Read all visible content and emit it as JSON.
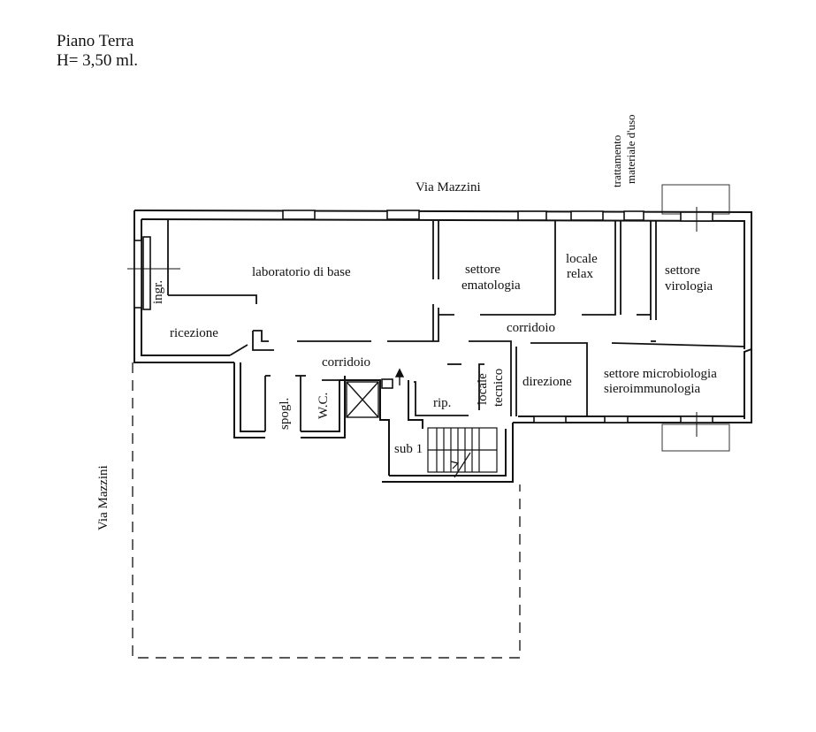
{
  "header": {
    "floor": "Piano Terra",
    "height": "H= 3,50 ml."
  },
  "streets": {
    "top": "Via Mazzini",
    "left": "Via Mazzini"
  },
  "rooms": {
    "ingresso": "ingr.",
    "laboratorio": "laboratorio di base",
    "ematologia_1": "settore",
    "ematologia_2": "ematologia",
    "relax_1": "locale",
    "relax_2": "relax",
    "trattamento_1": "trattamento",
    "trattamento_2": "materiale d'uso",
    "virologia_1": "settore",
    "virologia_2": "virologia",
    "ricezione": "ricezione",
    "corridoio_left": "corridoio",
    "corridoio_right": "corridoio",
    "spogliatoio": "spogl.",
    "wc": "W.C.",
    "ripostiglio": "rip.",
    "tecnico_1": "locale",
    "tecnico_2": "tecnico",
    "direzione": "direzione",
    "microbiologia_1": "settore microbiologia",
    "microbiologia_2": "sieroimmunologia",
    "sub": "sub 1"
  }
}
